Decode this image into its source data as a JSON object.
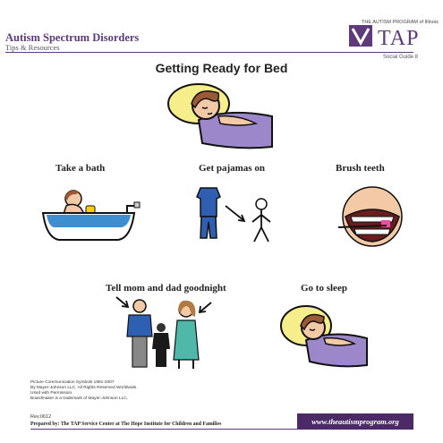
{
  "header": {
    "title": "Autism Spectrum Disorders",
    "subtitle": "Tips & Resources",
    "logo_small": "THE AUTISM PROGRAM of Illinois",
    "logo_text": "TAP",
    "guide_label": "Social Guide 8"
  },
  "main": {
    "title": "Getting Ready for Bed",
    "steps": [
      {
        "label": "Take a bath",
        "icon": "bathtub-icon"
      },
      {
        "label": "Get pajamas on",
        "icon": "pajamas-icon"
      },
      {
        "label": "Brush teeth",
        "icon": "brush-teeth-icon"
      },
      {
        "label": "Tell mom and dad goodnight",
        "icon": "family-icon"
      },
      {
        "label": "Go to sleep",
        "icon": "sleeping-icon"
      }
    ]
  },
  "footer": {
    "credits": [
      "Picture Communication Symbols 1981-2007",
      "By Mayer-Johnson LLC. All Rights Reserved Worldwide.",
      "Used with Permission.",
      "Boardmaker is a trademark of Mayer-Johnson LLC."
    ],
    "rev": "Rev.0612",
    "prepared_by": "Prepared by: The TAP Service Center at The Hope Institute for Children and Families",
    "url": "www.theautismprogram.org"
  },
  "colors": {
    "brand_purple": "#5e3a7c",
    "url_bar": "#4b2a67"
  }
}
